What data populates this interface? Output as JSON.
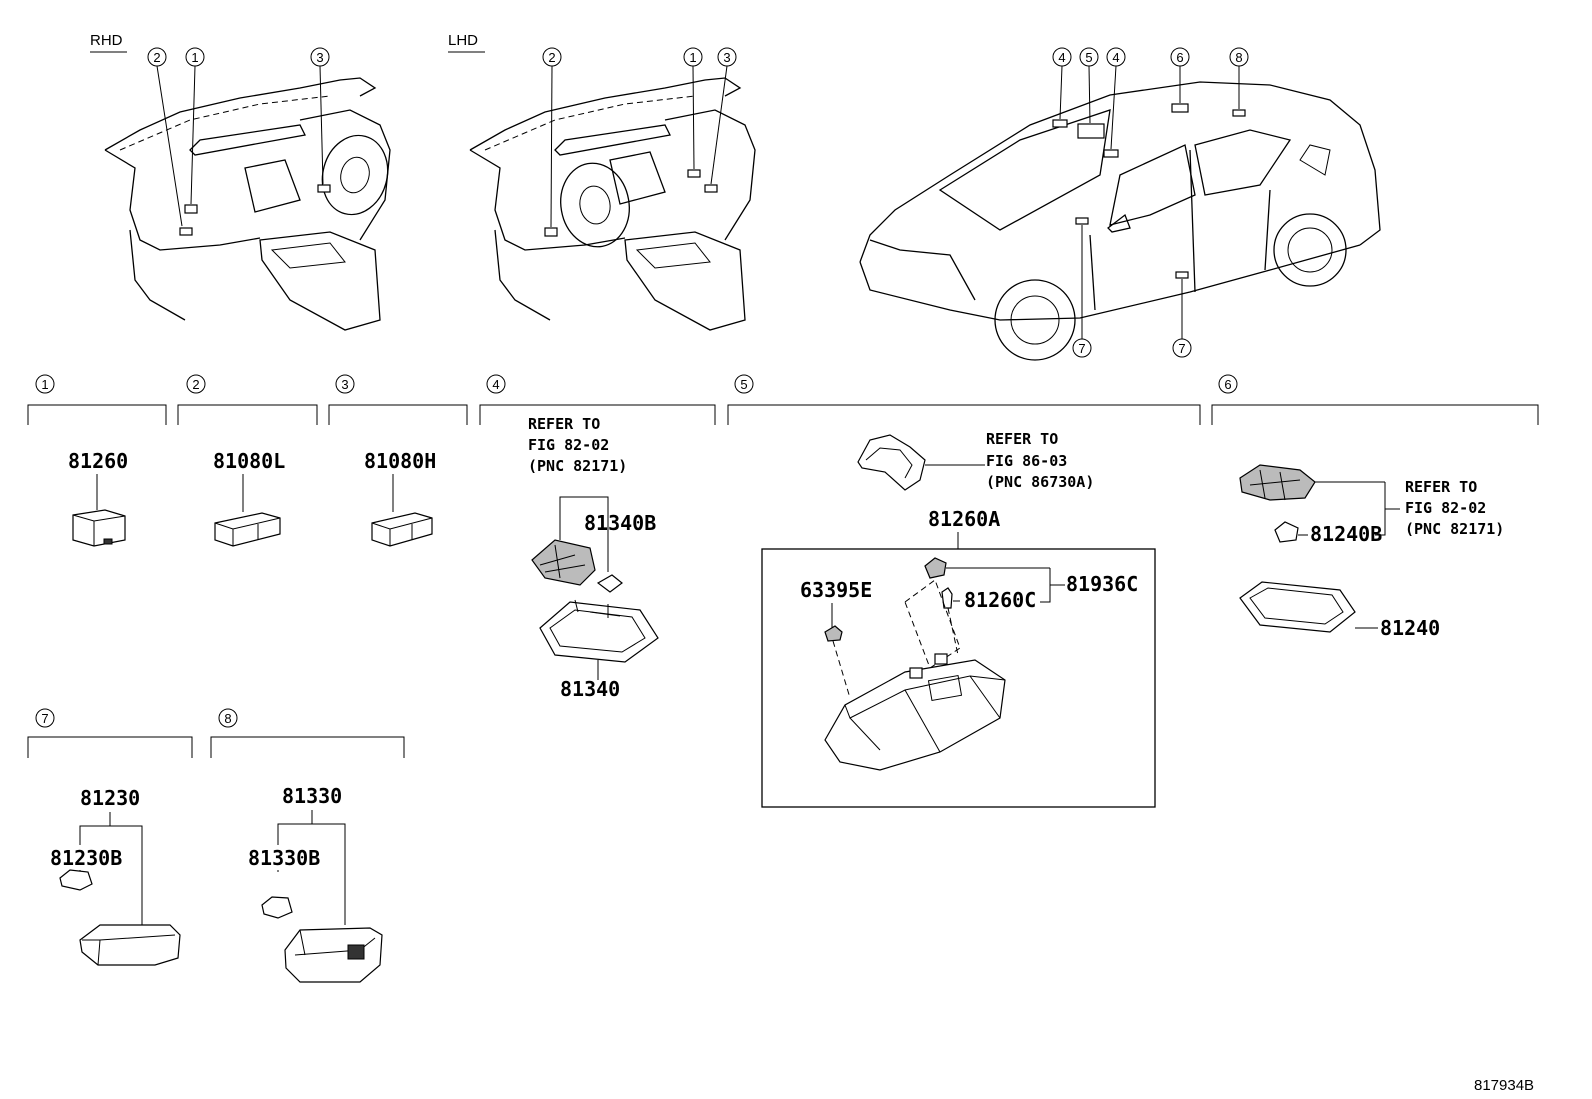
{
  "views": {
    "rhd": "RHD",
    "lhd": "LHD"
  },
  "sections": {
    "s1": {
      "num": "1",
      "part": "81260"
    },
    "s2": {
      "num": "2",
      "part": "81080L"
    },
    "s3": {
      "num": "3",
      "part": "81080H"
    },
    "s4": {
      "num": "4",
      "ref1": "REFER TO",
      "ref2": "FIG 82-02",
      "ref3": "(PNC 82171)",
      "bulb": "81340B",
      "lamp": "81340"
    },
    "s5": {
      "num": "5",
      "ref1": "REFER TO",
      "ref2": "FIG 86-03",
      "ref3": "(PNC 86730A)",
      "assy": "81260A",
      "clip": "63395E",
      "socket": "81936C",
      "bulb": "81260C"
    },
    "s6": {
      "num": "6",
      "ref1": "REFER TO",
      "ref2": "FIG 82-02",
      "ref3": "(PNC 82171)",
      "bulb": "81240B",
      "lamp": "81240"
    },
    "s7": {
      "num": "7",
      "assy": "81230",
      "bulb": "81230B"
    },
    "s8": {
      "num": "8",
      "assy": "81330",
      "bulb": "81330B"
    }
  },
  "callouts": {
    "rhd": [
      "2",
      "1",
      "3"
    ],
    "lhd": [
      "2",
      "1",
      "3"
    ],
    "car_top": [
      "4",
      "5",
      "4",
      "6",
      "8"
    ],
    "car_bottom": [
      "7",
      "7"
    ]
  },
  "figure_id": "817934B"
}
